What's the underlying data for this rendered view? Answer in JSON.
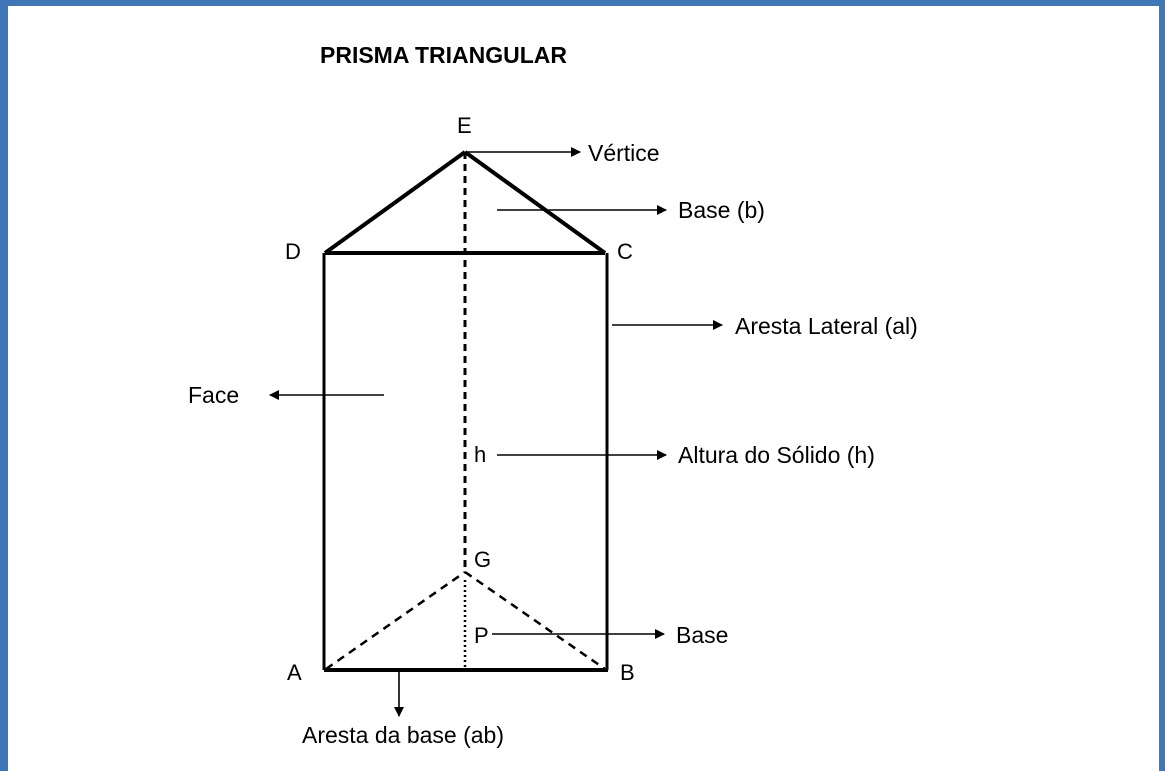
{
  "title": "PRISMA TRIANGULAR",
  "vertices": {
    "A": "A",
    "B": "B",
    "C": "C",
    "D": "D",
    "E": "E",
    "G": "G",
    "P": "P",
    "h": "h"
  },
  "annotations": {
    "vertex": "Vértice",
    "base_top": "Base (b)",
    "lateral_edge": "Aresta Lateral (al)",
    "face": "Face",
    "height": "Altura do Sólido (h)",
    "base_bottom": "Base",
    "base_edge": "Aresta da base (ab)"
  },
  "colors": {
    "frame": "#3f76b7",
    "stroke": "#000000"
  }
}
